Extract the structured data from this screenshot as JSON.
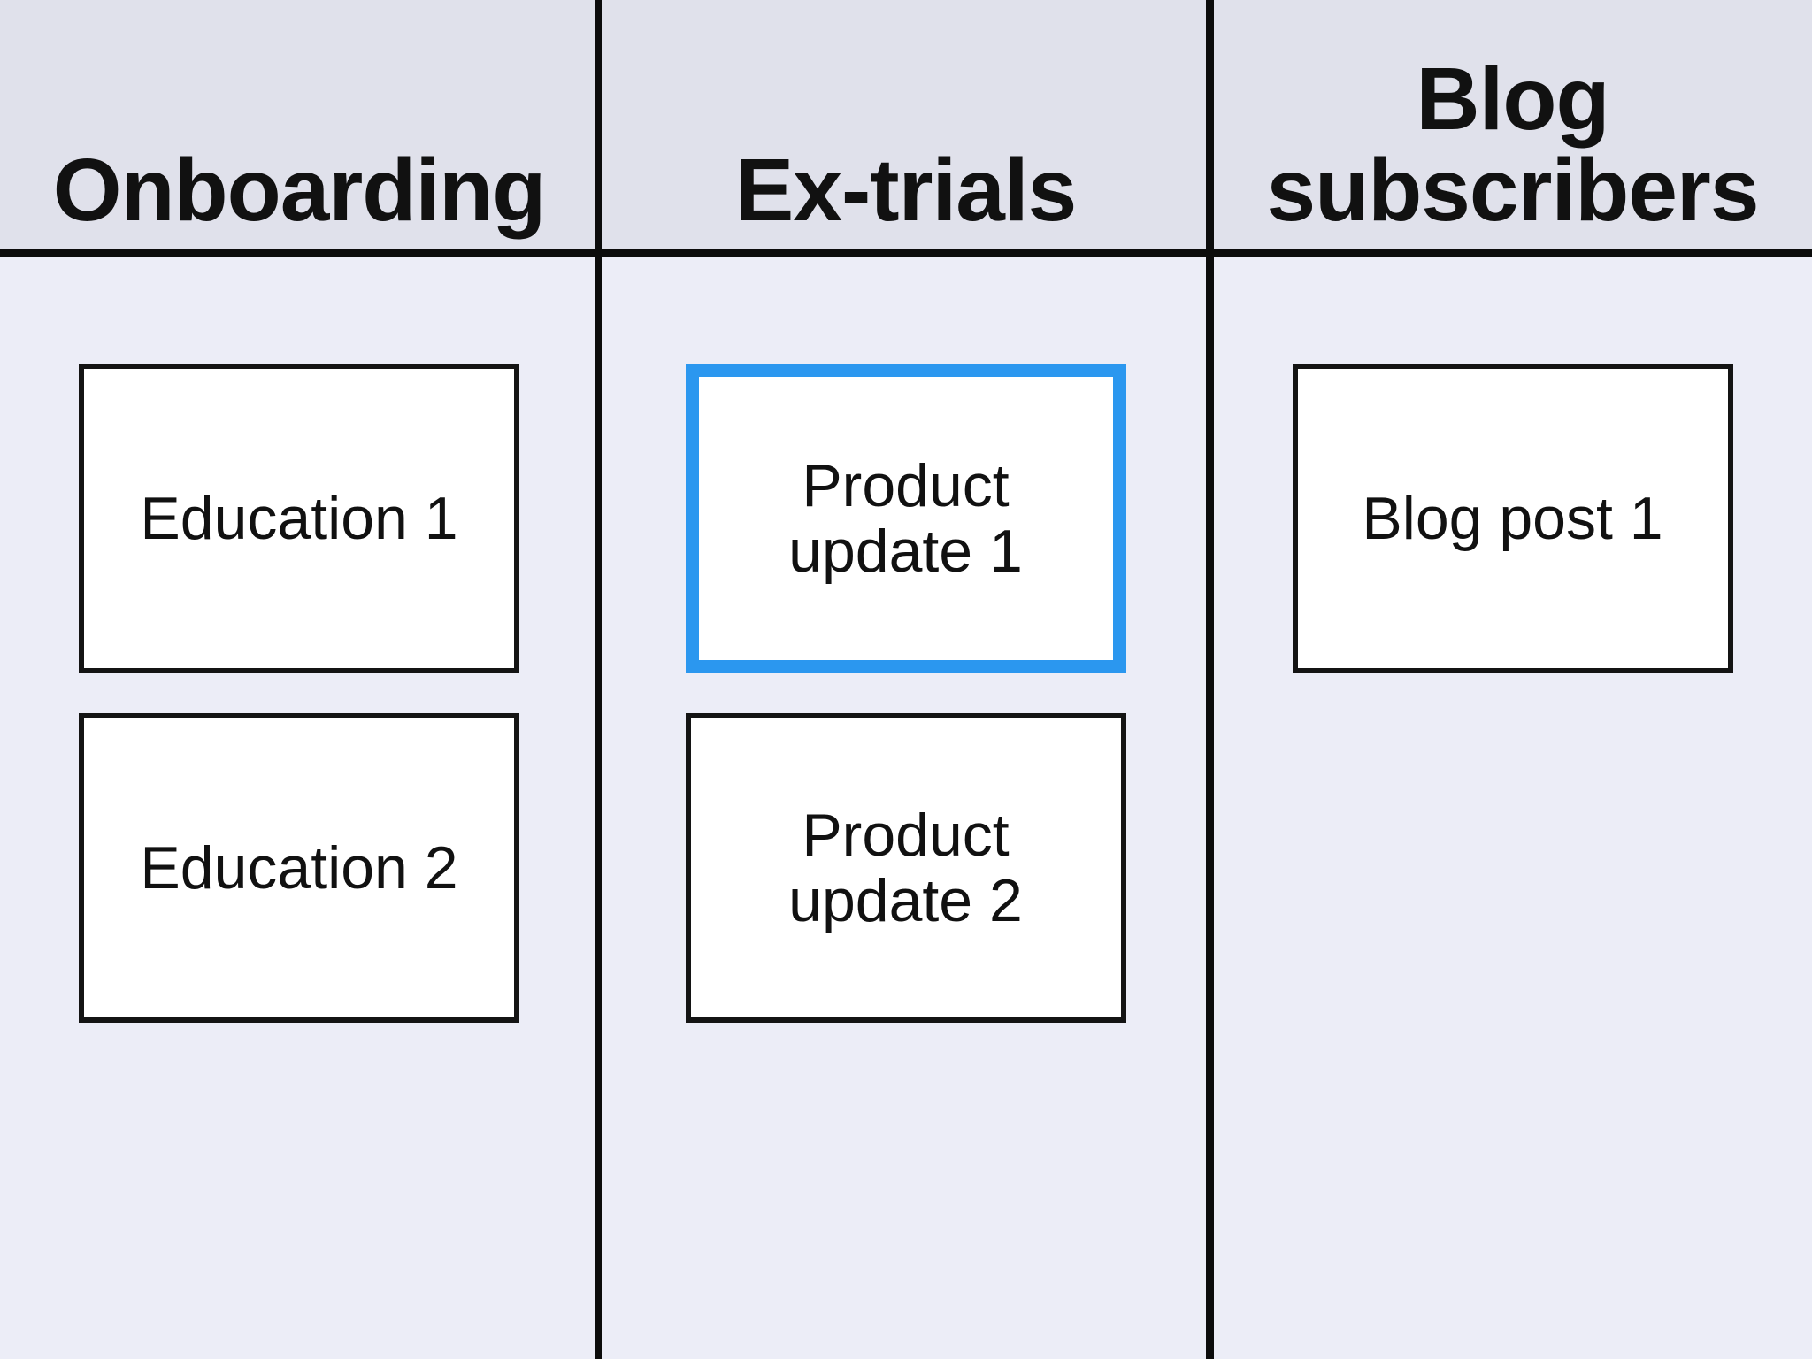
{
  "board": {
    "columns": [
      {
        "title": "Onboarding",
        "cards": [
          {
            "label": "Education 1",
            "selected": false
          },
          {
            "label": "Education 2",
            "selected": false
          }
        ]
      },
      {
        "title": "Ex-trials",
        "cards": [
          {
            "label": "Product update 1",
            "selected": true
          },
          {
            "label": "Product update 2",
            "selected": false
          }
        ]
      },
      {
        "title": "Blog subscribers",
        "cards": [
          {
            "label": "Blog post 1",
            "selected": false
          }
        ]
      }
    ]
  },
  "colors": {
    "accent": "#2b97ef",
    "header_bg": "#e0e1eb",
    "body_bg": "#ecedf7",
    "line": "#0c0c0c",
    "card_bg": "#ffffff",
    "card_border": "#141414",
    "text": "#111111"
  }
}
